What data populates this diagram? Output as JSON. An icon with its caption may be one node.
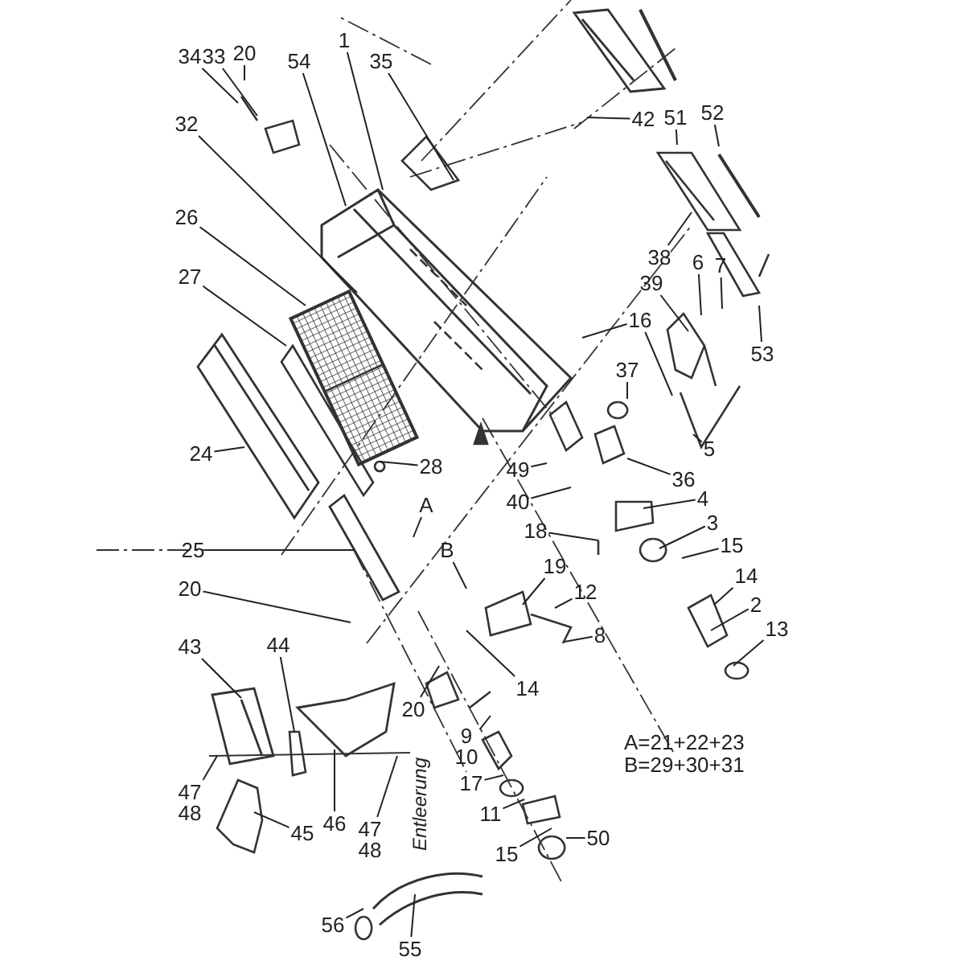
{
  "diagram": {
    "nodes": [
      {
        "text": [
          "34"
        ]
      },
      {
        "text": [
          "33"
        ]
      },
      {
        "text": [
          "20"
        ]
      },
      {
        "text": [
          "54"
        ]
      },
      {
        "text": [
          "1"
        ]
      },
      {
        "text": [
          "35"
        ]
      },
      {
        "text": [
          "32"
        ]
      },
      {
        "text": [
          "26"
        ]
      },
      {
        "text": [
          "27"
        ]
      },
      {
        "text": [
          "24"
        ]
      },
      {
        "text": [
          "28"
        ]
      },
      {
        "text": [
          "49"
        ]
      },
      {
        "text": [
          "42"
        ]
      },
      {
        "text": [
          "51"
        ]
      },
      {
        "text": [
          "52"
        ]
      },
      {
        "text": [
          "38"
        ]
      },
      {
        "text": [
          "39"
        ]
      },
      {
        "text": [
          "6"
        ]
      },
      {
        "text": [
          "7"
        ]
      },
      {
        "text": [
          "53"
        ]
      },
      {
        "text": [
          "16"
        ]
      },
      {
        "text": [
          "37"
        ]
      },
      {
        "text": [
          "5"
        ]
      },
      {
        "text": [
          "36"
        ]
      },
      {
        "text": [
          "40"
        ]
      },
      {
        "text": [
          "4"
        ]
      },
      {
        "text": [
          "18"
        ]
      },
      {
        "text": [
          "3"
        ]
      },
      {
        "text": [
          "15"
        ]
      },
      {
        "text": [
          "14"
        ]
      },
      {
        "text": [
          "2"
        ]
      },
      {
        "text": [
          "13"
        ]
      },
      {
        "text": [
          "A"
        ]
      },
      {
        "text": [
          "25"
        ]
      },
      {
        "text": [
          "B"
        ]
      },
      {
        "text": [
          "19"
        ]
      },
      {
        "text": [
          "12"
        ]
      },
      {
        "text": [
          "8"
        ]
      },
      {
        "text": [
          "20"
        ]
      },
      {
        "text": [
          "43"
        ]
      },
      {
        "text": [
          "44"
        ]
      },
      {
        "text": [
          "20"
        ]
      },
      {
        "text": [
          "14"
        ]
      },
      {
        "text": [
          "9",
          "10"
        ]
      },
      {
        "text": [
          "17"
        ]
      },
      {
        "text": [
          "47",
          "48"
        ]
      },
      {
        "text": [
          "46"
        ]
      },
      {
        "text": [
          "47",
          "48"
        ]
      },
      {
        "text": [
          "45"
        ]
      },
      {
        "text": [
          "11"
        ]
      },
      {
        "text": [
          "15"
        ]
      },
      {
        "text": [
          "50"
        ]
      },
      {
        "text": [
          "56"
        ]
      },
      {
        "text": [
          "55"
        ]
      }
    ],
    "edges": [
      {
        "from": 0,
        "to": null,
        "arrow": "none"
      },
      {
        "from": 1,
        "to": null,
        "arrow": "none"
      },
      {
        "from": 2,
        "to": null,
        "arrow": "none"
      },
      {
        "from": 3,
        "to": null,
        "arrow": "none"
      },
      {
        "from": 4,
        "to": null,
        "arrow": "none"
      },
      {
        "from": 5,
        "to": null,
        "arrow": "none"
      },
      {
        "from": 6,
        "to": null,
        "arrow": "none"
      },
      {
        "from": 7,
        "to": null,
        "arrow": "none"
      },
      {
        "from": 8,
        "to": null,
        "arrow": "none"
      },
      {
        "from": 9,
        "to": null,
        "arrow": "none"
      },
      {
        "from": 10,
        "to": null,
        "arrow": "none"
      },
      {
        "from": 11,
        "to": null,
        "arrow": "none"
      },
      {
        "from": 12,
        "to": null,
        "arrow": "none"
      },
      {
        "from": 13,
        "to": null,
        "arrow": "none"
      },
      {
        "from": 14,
        "to": null,
        "arrow": "none"
      },
      {
        "from": 15,
        "to": null,
        "arrow": "none"
      },
      {
        "from": 16,
        "to": null,
        "arrow": "none"
      },
      {
        "from": 17,
        "to": null,
        "arrow": "none"
      },
      {
        "from": 18,
        "to": null,
        "arrow": "none"
      },
      {
        "from": 19,
        "to": null,
        "arrow": "none"
      },
      {
        "from": 20,
        "to": null,
        "arrow": "none"
      },
      {
        "from": 20,
        "to": null,
        "arrow": "none"
      },
      {
        "from": 21,
        "to": null,
        "arrow": "none"
      },
      {
        "from": 22,
        "to": null,
        "arrow": "none"
      },
      {
        "from": 23,
        "to": null,
        "arrow": "none"
      },
      {
        "from": 24,
        "to": null,
        "arrow": "none"
      },
      {
        "from": 25,
        "to": null,
        "arrow": "none"
      },
      {
        "from": 26,
        "to": null,
        "arrow": "none"
      },
      {
        "from": 27,
        "to": null,
        "arrow": "none"
      },
      {
        "from": 28,
        "to": null,
        "arrow": "none"
      },
      {
        "from": 29,
        "to": null,
        "arrow": "none"
      },
      {
        "from": 30,
        "to": null,
        "arrow": "none"
      },
      {
        "from": 31,
        "to": null,
        "arrow": "none"
      },
      {
        "from": 32,
        "to": null,
        "arrow": "none"
      },
      {
        "from": 33,
        "to": null,
        "arrow": "none"
      },
      {
        "from": 34,
        "to": null,
        "arrow": "none"
      },
      {
        "from": 35,
        "to": null,
        "arrow": "none"
      },
      {
        "from": 36,
        "to": null,
        "arrow": "none"
      },
      {
        "from": 37,
        "to": null,
        "arrow": "none"
      },
      {
        "from": 38,
        "to": null,
        "arrow": "none"
      },
      {
        "from": 39,
        "to": null,
        "arrow": "none"
      },
      {
        "from": 40,
        "to": null,
        "arrow": "none"
      },
      {
        "from": 41,
        "to": null,
        "arrow": "none"
      },
      {
        "from": 42,
        "to": null,
        "arrow": "none"
      },
      {
        "from": 43,
        "to": null,
        "arrow": "none"
      },
      {
        "from": 44,
        "to": null,
        "arrow": "none"
      },
      {
        "from": 45,
        "to": null,
        "arrow": "none"
      },
      {
        "from": 46,
        "to": null,
        "arrow": "none"
      },
      {
        "from": 47,
        "to": null,
        "arrow": "none"
      },
      {
        "from": 48,
        "to": null,
        "arrow": "none"
      },
      {
        "from": 49,
        "to": null,
        "arrow": "none"
      },
      {
        "from": 50,
        "to": null,
        "arrow": "none"
      },
      {
        "from": 51,
        "to": null,
        "arrow": "none"
      },
      {
        "from": 52,
        "to": null,
        "arrow": "none"
      },
      {
        "from": 53,
        "to": null,
        "arrow": "none"
      }
    ],
    "labels": [
      "A=21+22+23",
      "B=29+30+31",
      "Entleerung"
    ]
  }
}
